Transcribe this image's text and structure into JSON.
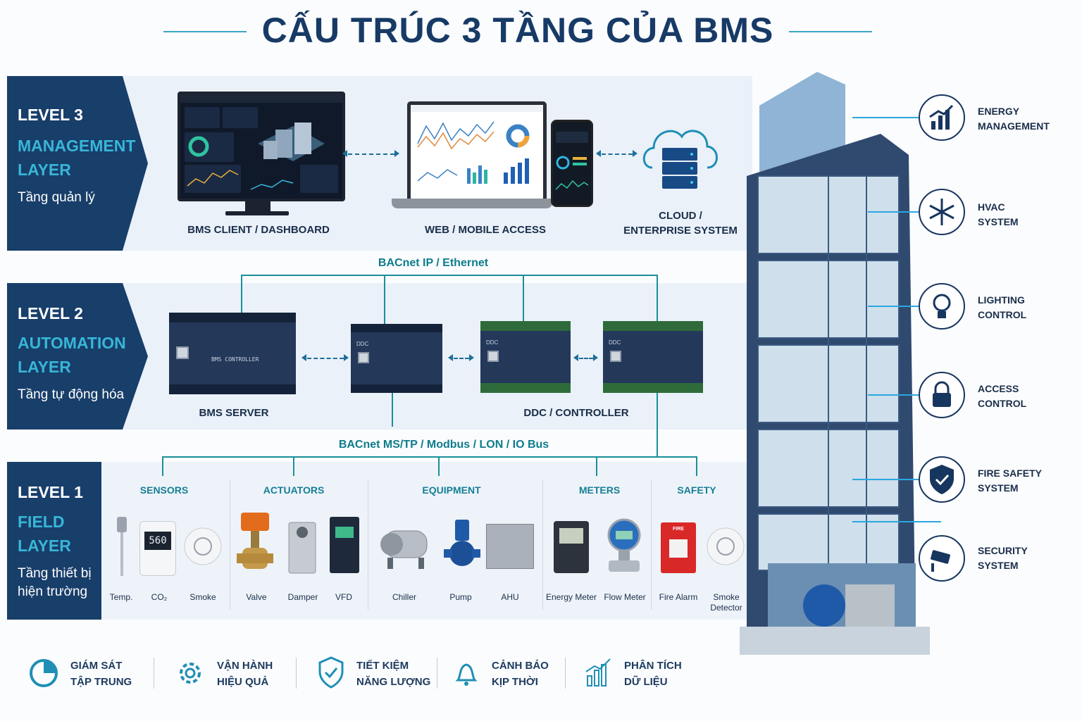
{
  "title": "CẤU TRÚC 3 TẦNG CỦA BMS",
  "levels": [
    {
      "level": "LEVEL 3",
      "name_line1": "MANAGEMENT",
      "name_line2": "LAYER",
      "vi_line1": "Tầng quản lý",
      "vi_line2": ""
    },
    {
      "level": "LEVEL 2",
      "name_line1": "AUTOMATION",
      "name_line2": "LAYER",
      "vi_line1": "Tầng tự động hóa",
      "vi_line2": ""
    },
    {
      "level": "LEVEL 1",
      "name_line1": "FIELD",
      "name_line2": "LAYER",
      "vi_line1": "Tầng thiết bị",
      "vi_line2": "hiện trường"
    }
  ],
  "management": {
    "client_label": "BMS CLIENT / DASHBOARD",
    "web_label": "WEB / MOBILE ACCESS",
    "cloud_line1": "CLOUD /",
    "cloud_line2": "ENTERPRISE SYSTEM"
  },
  "protocols": {
    "upper": "BACnet IP / Ethernet",
    "lower": "BACnet MS/TP / Modbus / LON / IO Bus"
  },
  "automation": {
    "server_label": "BMS SERVER",
    "ddc_label": "DDC / CONTROLLER",
    "server_text": "BMS CONTROLLER",
    "ddc_text": "DDC"
  },
  "field": {
    "categories": [
      {
        "name": "SENSORS",
        "devices": [
          "Temp.",
          "CO₂",
          "Smoke"
        ]
      },
      {
        "name": "ACTUATORS",
        "devices": [
          "Valve",
          "Damper",
          "VFD"
        ]
      },
      {
        "name": "EQUIPMENT",
        "devices": [
          "Chiller",
          "Pump",
          "AHU"
        ]
      },
      {
        "name": "METERS",
        "devices": [
          "Energy Meter",
          "Flow Meter"
        ]
      },
      {
        "name": "SAFETY",
        "devices": [
          "Fire Alarm",
          "Smoke Detector"
        ]
      }
    ],
    "co2_reading": "560",
    "fire_text": "FIRE"
  },
  "systems": [
    {
      "line1": "ENERGY",
      "line2": "MANAGEMENT",
      "icon": "chart-icon"
    },
    {
      "line1": "HVAC",
      "line2": "SYSTEM",
      "icon": "snowflake-icon"
    },
    {
      "line1": "LIGHTING",
      "line2": "CONTROL",
      "icon": "bulb-icon"
    },
    {
      "line1": "ACCESS",
      "line2": "CONTROL",
      "icon": "lock-icon"
    },
    {
      "line1": "FIRE SAFETY",
      "line2": "SYSTEM",
      "icon": "shield-icon"
    },
    {
      "line1": "SECURITY",
      "line2": "SYSTEM",
      "icon": "camera-icon"
    }
  ],
  "features": [
    {
      "line1": "GIÁM SÁT",
      "line2": "TẬP TRUNG",
      "icon": "monitor-chart-icon"
    },
    {
      "line1": "VẬN HÀNH",
      "line2": "HIỆU QUẢ",
      "icon": "gear-icon"
    },
    {
      "line1": "TIẾT KIỆM",
      "line2": "NĂNG LƯỢNG",
      "icon": "shield-check-icon"
    },
    {
      "line1": "CẢNH BÁO",
      "line2": "KỊP THỜI",
      "icon": "alarm-bell-icon"
    },
    {
      "line1": "PHÂN TÍCH",
      "line2": "DỮ LIỆU",
      "icon": "bar-chart-icon"
    }
  ],
  "colors": {
    "navy": "#183e6a",
    "accent": "#38b6d8",
    "teal": "#1b8f99"
  }
}
